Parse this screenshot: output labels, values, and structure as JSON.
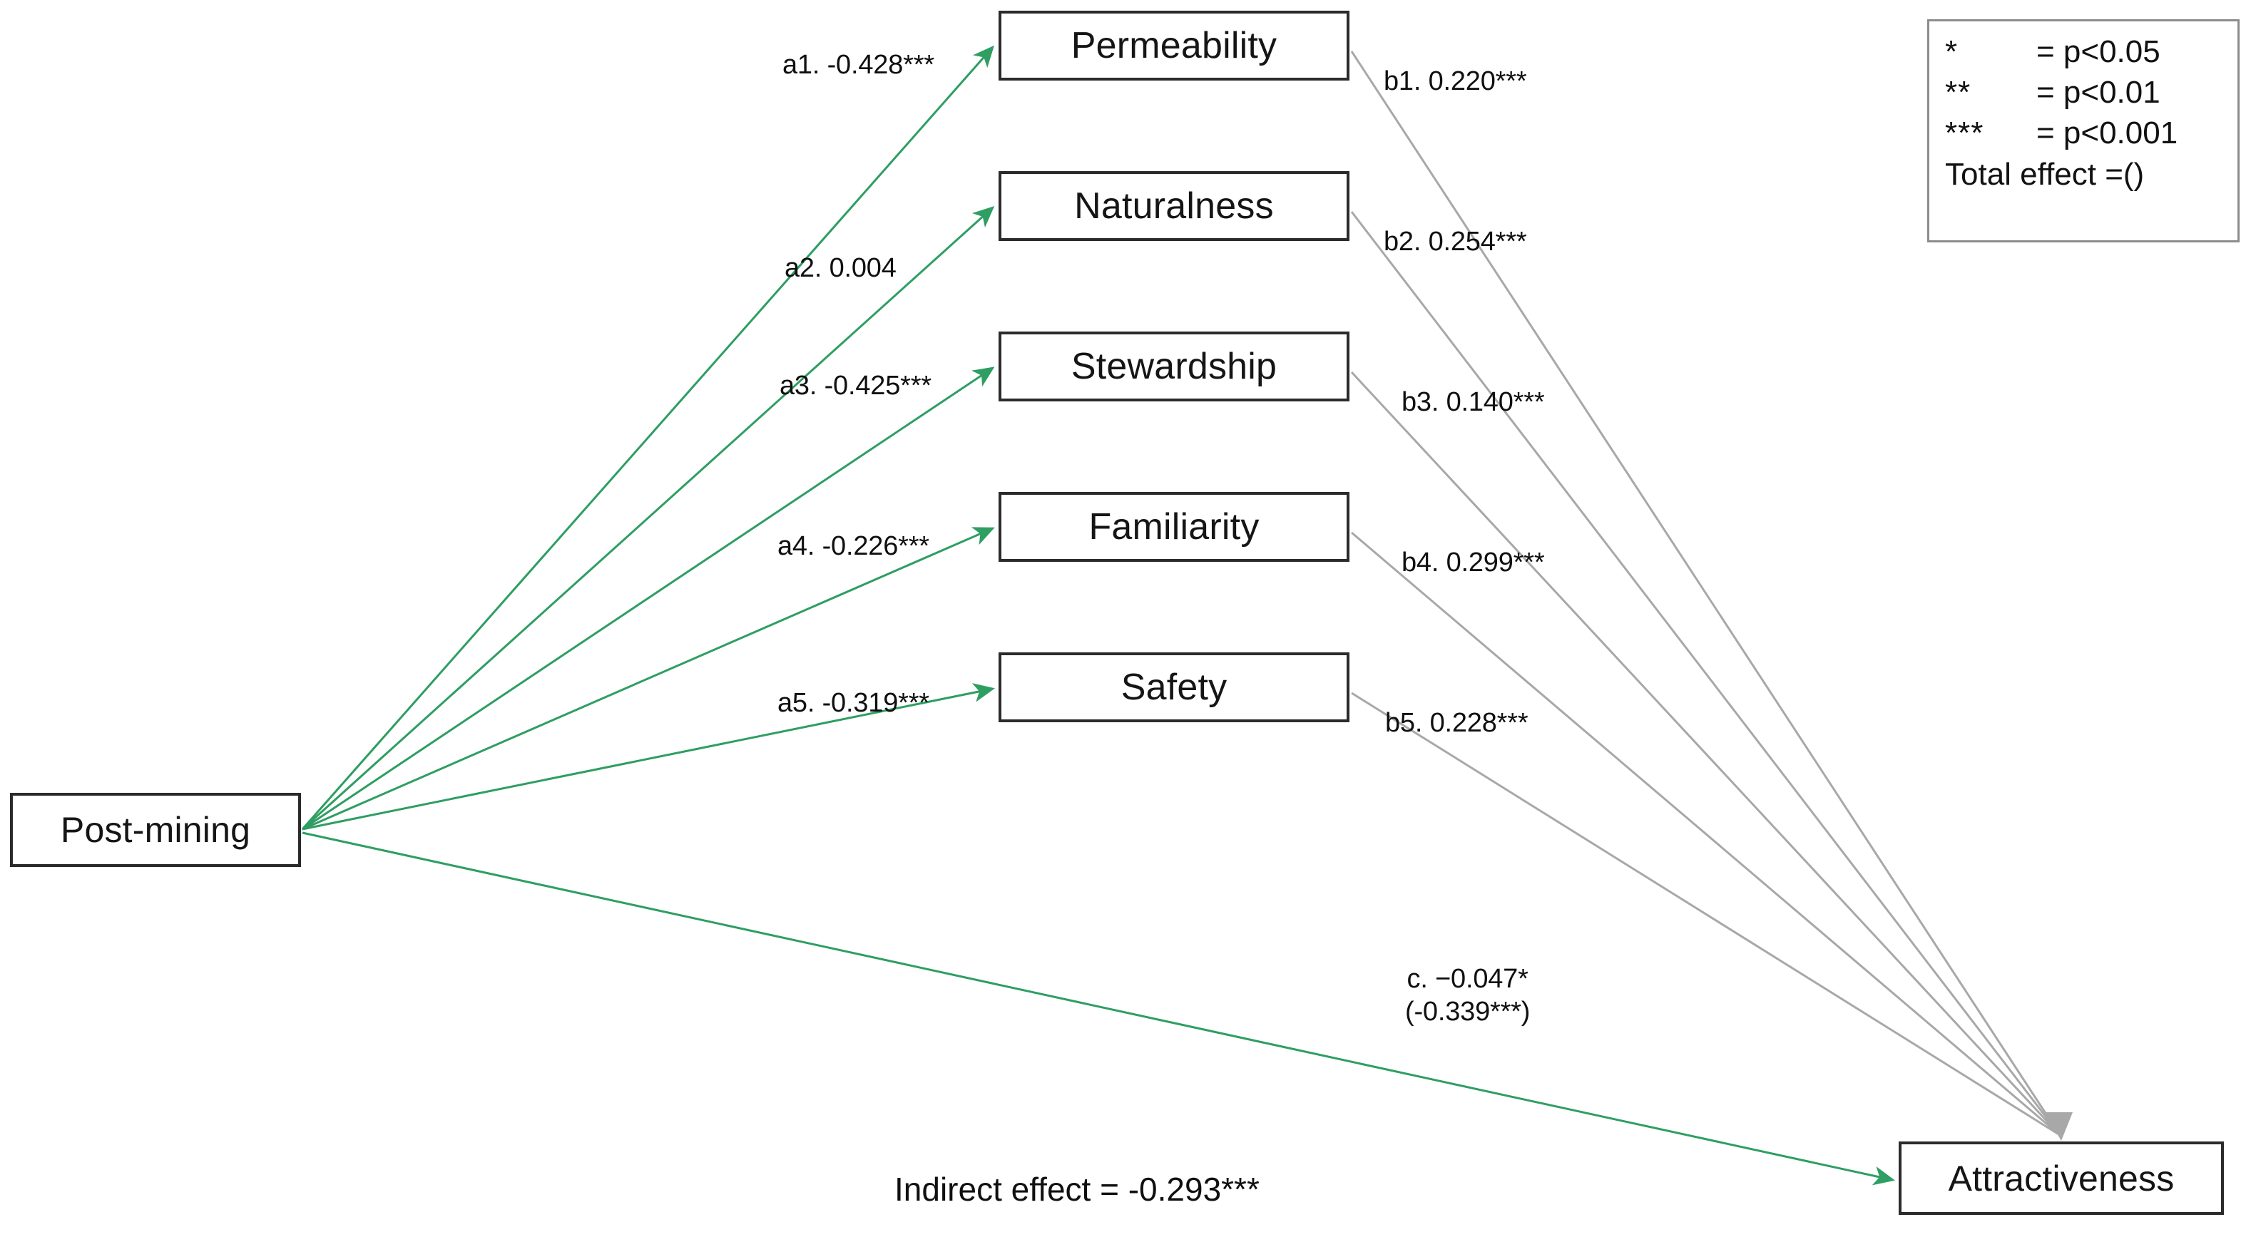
{
  "diagram": {
    "title": "Post-mining mediation path diagram",
    "colors": {
      "green_path": "#2e9e62",
      "gray_path": "#a8a8a8",
      "node_border": "#2b2b2b",
      "legend_border": "#8c8c8c",
      "text": "#111111"
    }
  },
  "nodes": {
    "predictor": {
      "label": "Post-mining"
    },
    "outcome": {
      "label": "Attractiveness"
    },
    "mediators": [
      {
        "id": "permeability",
        "label": "Permeability"
      },
      {
        "id": "naturalness",
        "label": "Naturalness"
      },
      {
        "id": "stewardship",
        "label": "Stewardship"
      },
      {
        "id": "familiarity",
        "label": "Familiarity"
      },
      {
        "id": "safety",
        "label": "Safety"
      }
    ]
  },
  "paths": {
    "a_paths": [
      {
        "id": "a1",
        "label": "a1. -0.428***",
        "coefficient": -0.428,
        "significance": "***"
      },
      {
        "id": "a2",
        "label": "a2.  0.004",
        "coefficient": 0.004,
        "significance": ""
      },
      {
        "id": "a3",
        "label": "a3. -0.425***",
        "coefficient": -0.425,
        "significance": "***"
      },
      {
        "id": "a4",
        "label": "a4.  -0.226***",
        "coefficient": -0.226,
        "significance": "***"
      },
      {
        "id": "a5",
        "label": "a5.  -0.319***",
        "coefficient": -0.319,
        "significance": "***"
      }
    ],
    "b_paths": [
      {
        "id": "b1",
        "label": "b1. 0.220***",
        "coefficient": 0.22,
        "significance": "***"
      },
      {
        "id": "b2",
        "label": "b2. 0.254***",
        "coefficient": 0.254,
        "significance": "***"
      },
      {
        "id": "b3",
        "label": "b3. 0.140***",
        "coefficient": 0.14,
        "significance": "***"
      },
      {
        "id": "b4",
        "label": "b4. 0.299***",
        "coefficient": 0.299,
        "significance": "***"
      },
      {
        "id": "b5",
        "label": "b5. 0.228***",
        "coefficient": 0.228,
        "significance": "***"
      }
    ],
    "direct_path": {
      "id": "c",
      "line1": "c. −0.047*",
      "line2": "(-0.339***)",
      "direct_coefficient": -0.047,
      "direct_significance": "*",
      "total_coefficient": -0.339,
      "total_significance": "***"
    }
  },
  "legend": {
    "rows": [
      {
        "symbol": "*",
        "definition": "= p<0.05"
      },
      {
        "symbol": "**",
        "definition": "= p<0.01"
      },
      {
        "symbol": "***",
        "definition": "= p<0.001"
      }
    ],
    "total_effect_note": "Total effect =()"
  },
  "footer": {
    "indirect_effect": "Indirect effect = -0.293***",
    "indirect_coefficient": -0.293,
    "indirect_significance": "***"
  }
}
